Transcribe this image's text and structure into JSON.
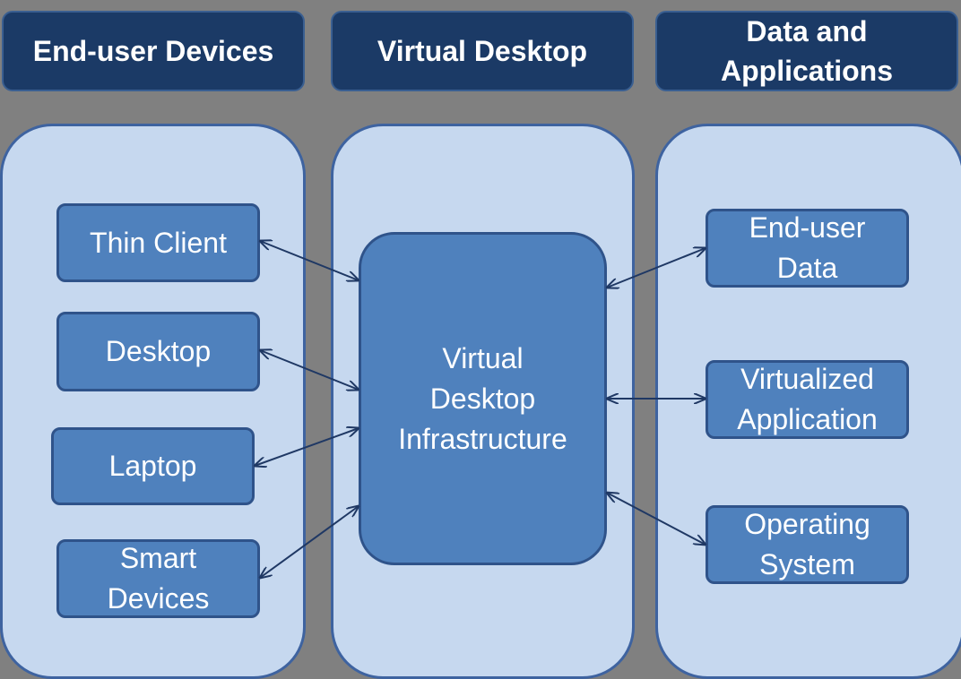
{
  "headers": {
    "devices": "End-user Devices",
    "virtual_desktop": "Virtual Desktop",
    "data_apps": "Data and\nApplications"
  },
  "devices": {
    "thin_client": "Thin Client",
    "desktop": "Desktop",
    "laptop": "Laptop",
    "smart_devices": "Smart\nDevices"
  },
  "center": "Virtual\nDesktop\nInfrastructure",
  "data": {
    "end_user_data": "End-user\nData",
    "virtualized_application": "Virtualized\nApplication",
    "operating_system": "Operating\nSystem"
  },
  "colors": {
    "background": "#808080",
    "header": "#1b3a66",
    "column": "#c6d8ef",
    "node": "#4f81bd",
    "arrow": "#1f3864"
  }
}
